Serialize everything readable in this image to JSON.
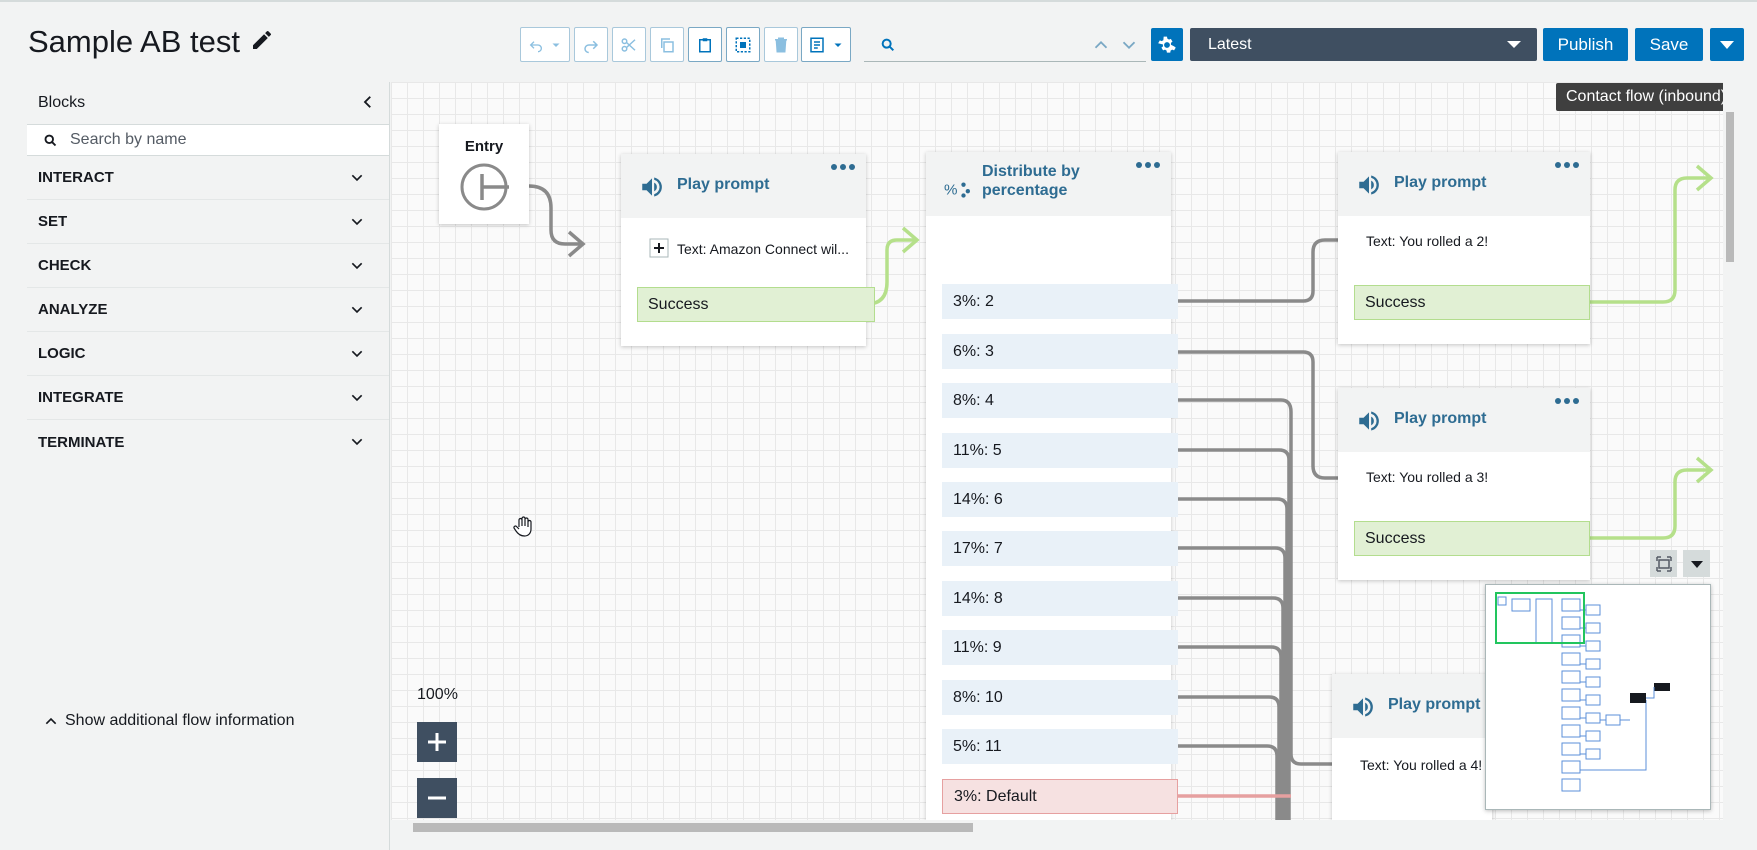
{
  "header": {
    "title": "Sample AB test",
    "search": {
      "value": "",
      "placeholder": ""
    },
    "version": {
      "selected": "Latest"
    },
    "publish_label": "Publish",
    "save_label": "Save"
  },
  "sidebar": {
    "title": "Blocks",
    "search_placeholder": "Search by name",
    "categories": [
      "INTERACT",
      "SET",
      "CHECK",
      "ANALYZE",
      "LOGIC",
      "INTEGRATE",
      "TERMINATE"
    ],
    "footer_link": "Show additional flow information"
  },
  "canvas": {
    "tooltip": "Contact flow (inbound)",
    "zoom_label": "100%",
    "entry": {
      "title": "Entry"
    },
    "prompt1": {
      "title": "Play prompt",
      "text": "Text: Amazon Connect wil...",
      "success": "Success"
    },
    "distribute": {
      "title_line1": "Distribute by",
      "title_line2": "percentage",
      "rows": [
        "3%: 2",
        "6%: 3",
        "8%: 4",
        "11%: 5",
        "14%: 6",
        "17%: 7",
        "14%: 8",
        "11%: 9",
        "8%: 10",
        "5%: 11"
      ],
      "default_row": "3%: Default"
    },
    "prompt2": {
      "title": "Play prompt",
      "text": "Text: You rolled a 2!",
      "success": "Success"
    },
    "prompt3": {
      "title": "Play prompt",
      "text": "Text: You rolled a 3!",
      "success": "Success"
    },
    "prompt4": {
      "title": "Play prompt",
      "text": "Text: You rolled a 4!"
    }
  },
  "colors": {
    "primary": "#0073bb",
    "dark": "#3f4f61",
    "block_title": "#2e6c92",
    "success_bg": "#e1f0d4",
    "wire_gray": "#8a8a8a",
    "wire_green": "#b5e08a",
    "default_bg": "#f6e1e1"
  },
  "icons": [
    "pencil-icon",
    "undo-icon",
    "redo-icon",
    "cut-icon",
    "copy-icon",
    "paste-icon",
    "select-all-icon",
    "delete-icon",
    "notes-icon",
    "search-icon",
    "chevron-up-icon",
    "chevron-down-icon",
    "gear-icon",
    "speaker-icon",
    "percentage-icon",
    "plus-icon",
    "minus-icon",
    "fit-icon",
    "hand-cursor-icon"
  ]
}
